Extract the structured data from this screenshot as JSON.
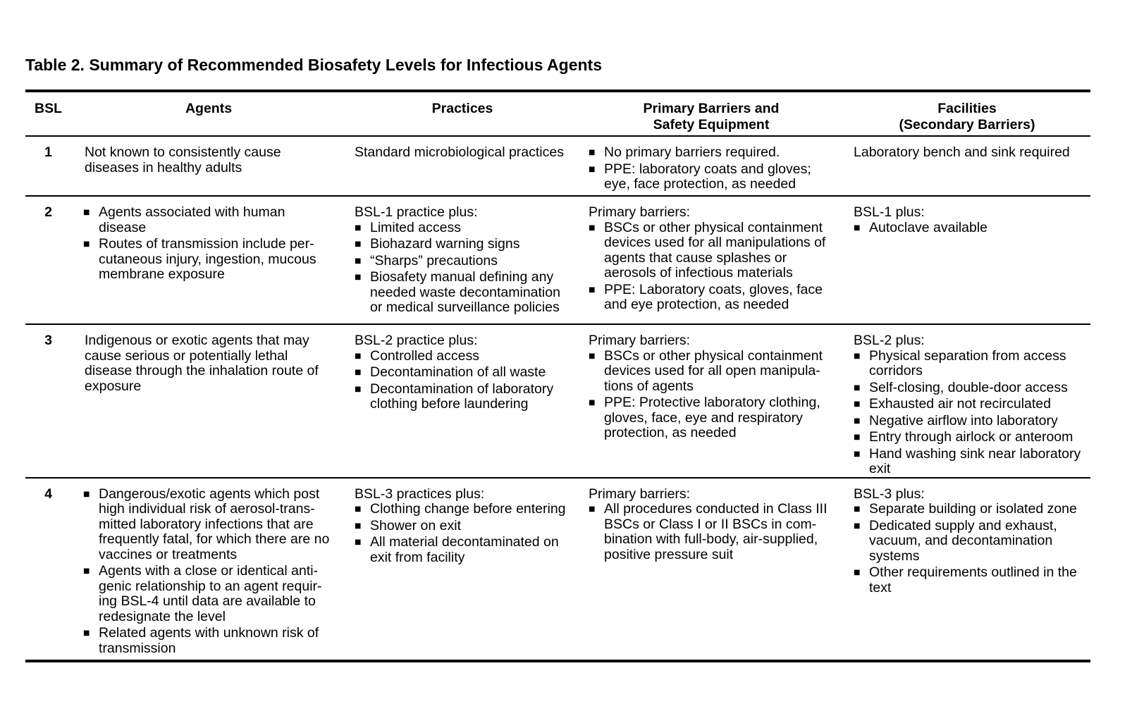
{
  "page": {
    "title": "Table 2. Summary of Recommended Biosafety Levels for Infectious Agents"
  },
  "table": {
    "bullet_glyph": "■",
    "header": {
      "bsl": "BSL",
      "agents": "Agents",
      "practices": "Practices",
      "barriers_line1": "Primary Barriers and",
      "barriers_line2": "Safety Equipment",
      "facilities_line1": "Facilities",
      "facilities_line2": "(Secondary Barriers)"
    },
    "rows": [
      {
        "bsl": "1",
        "agents": {
          "text": "Not known to consistently cause diseases in healthy adults"
        },
        "practices": {
          "text": "Standard microbiological practices"
        },
        "barriers": {
          "bullets": [
            "No primary barriers required.",
            "PPE: laboratory coats and gloves; eye, face protection, as needed"
          ]
        },
        "facilities": {
          "text": "Laboratory bench and sink required"
        }
      },
      {
        "bsl": "2",
        "agents": {
          "bullets": [
            "Agents associated with human disease",
            "Routes of transmission include per­cutaneous injury, ingestion, mucous membrane exposure"
          ]
        },
        "practices": {
          "intro": "BSL-1 practice plus:",
          "bullets": [
            "Limited access",
            "Biohazard warning signs",
            "“Sharps” precautions",
            "Biosafety manual defining any needed waste decontamination or medical surveillance policies"
          ]
        },
        "barriers": {
          "intro": "Primary barriers:",
          "bullets": [
            "BSCs or other physical containment devices used for all manipulations of agents that cause splashes or aerosols of infectious materials",
            "PPE: Laboratory coats, gloves, face and eye protection, as needed"
          ]
        },
        "facilities": {
          "intro": "BSL-1 plus:",
          "bullets": [
            "Autoclave available"
          ]
        }
      },
      {
        "bsl": "3",
        "agents": {
          "text": "Indigenous or exotic agents that may cause serious or potentially lethal disease through the inhalation route of exposure"
        },
        "practices": {
          "intro": "BSL-2 practice plus:",
          "bullets": [
            "Controlled access",
            "Decontamination of all waste",
            "Decontamination of laboratory clothing before laundering"
          ]
        },
        "barriers": {
          "intro": "Primary barriers:",
          "bullets": [
            "BSCs or other physical containment devices used for all open manipula­tions of agents",
            "PPE: Protective laboratory clothing, gloves, face, eye and respiratory protection, as needed"
          ]
        },
        "facilities": {
          "intro": "BSL-2 plus:",
          "bullets": [
            "Physical separation from access corridors",
            "Self-closing, double-door access",
            "Exhausted air not recirculated",
            "Negative airflow into laboratory",
            "Entry through airlock or anteroom",
            "Hand washing sink near laboratory exit"
          ]
        }
      },
      {
        "bsl": "4",
        "agents": {
          "bullets": [
            "Dangerous/exotic agents which post high individual risk of aerosol-trans­mitted laboratory infections that are frequently fatal, for which there are no vaccines or treatments",
            "Agents with a close or identical anti­genic relationship to an agent requir­ing BSL-4 until data are available to redesignate the level",
            "Related agents with unknown risk of transmission"
          ]
        },
        "practices": {
          "intro": "BSL-3 practices plus:",
          "bullets": [
            "Clothing change before entering",
            "Shower on exit",
            "All material decontaminated on exit from facility"
          ]
        },
        "barriers": {
          "intro": "Primary barriers:",
          "bullets": [
            "All procedures conducted in Class III BSCs or Class I or II BSCs in com­bination with full-body, air-supplied, positive pressure suit"
          ]
        },
        "facilities": {
          "intro": "BSL-3 plus:",
          "bullets": [
            "Separate building or isolated zone",
            "Dedicated supply and exhaust, vacuum, and decontamination systems",
            "Other requirements outlined in the text"
          ]
        }
      }
    ]
  }
}
